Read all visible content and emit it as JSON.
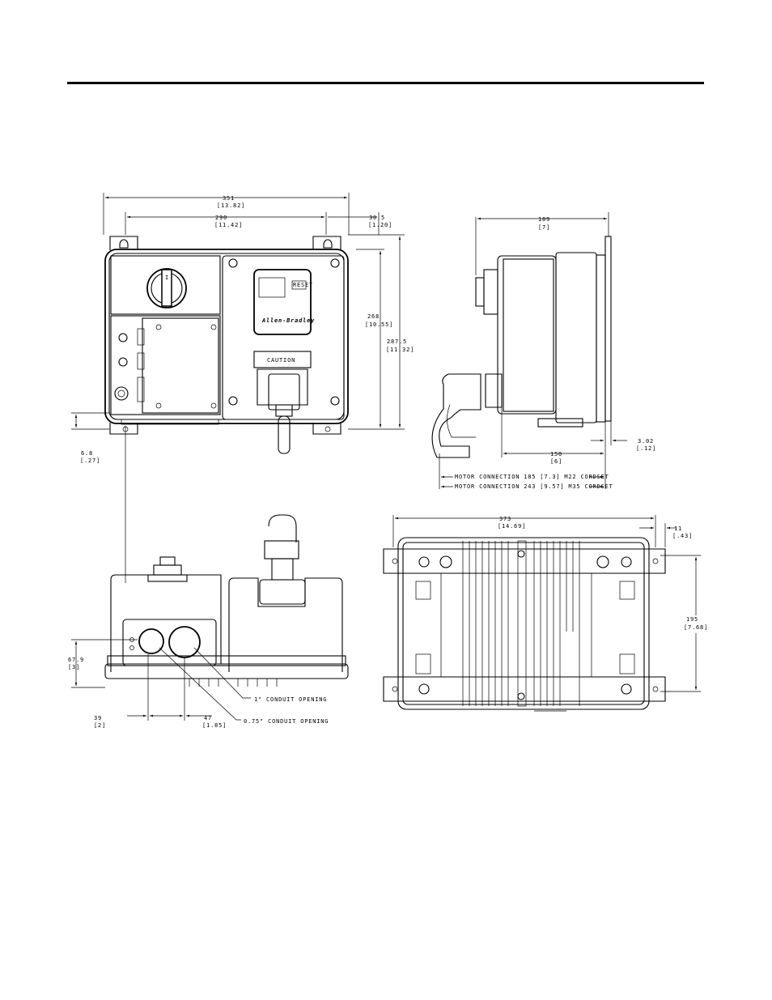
{
  "front_view": {
    "dim_overall_width": "351",
    "dim_overall_width_in": "[13.82]",
    "dim_hole_spacing": "290",
    "dim_hole_spacing_in": "[11.42]",
    "dim_right_offset": "30.5",
    "dim_right_offset_in": "[1.20]",
    "dim_height_a": "268",
    "dim_height_a_in": "[10.55]",
    "dim_height_b": "287.5",
    "dim_height_b_in": "[11.32]",
    "dim_tab": "6.8",
    "dim_tab_in": "[.27]",
    "brand": "Allen-Bradley",
    "caution_label": "CAUTION",
    "reset_label": "RESET"
  },
  "side_view": {
    "dim_depth": "189",
    "dim_depth_in": "[7]",
    "dim_flange": "3.02",
    "dim_flange_in": "[.12]",
    "dim_body": "150",
    "dim_body_in": "[6]",
    "motor_connection_1": "MOTOR CONNECTION 185 [7.3] M22 CORDSET",
    "motor_connection_2": "MOTOR CONNECTION 243 [9.57] M35 CORDSET"
  },
  "bottom_view": {
    "dim_height": "67.9",
    "dim_height_in": "[3]",
    "dim_left": "39",
    "dim_left_in": "[2]",
    "dim_spacing": "47",
    "dim_spacing_in": "[1.85]",
    "conduit_1": "1\" CONDUIT OPENING",
    "conduit_2": "0.75\" CONDUIT OPENING"
  },
  "rear_view": {
    "dim_width": "373",
    "dim_width_in": "[14.69]",
    "dim_edge": "11",
    "dim_edge_in": "[.43]",
    "dim_height": "195",
    "dim_height_in": "[7.68]"
  }
}
